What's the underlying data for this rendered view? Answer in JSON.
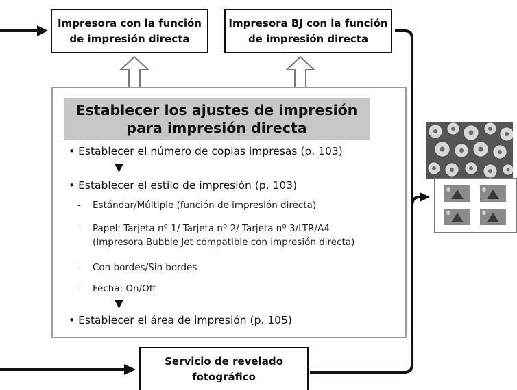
{
  "printers": {
    "direct_print_printer": {
      "line1": "Impresora con la función",
      "line2": "de impresión directa"
    },
    "bj_direct_print_printer": {
      "line1": "Impresora BJ con la función",
      "line2": "de impresión directa"
    }
  },
  "settings": {
    "title_line1": "Establecer los ajustes de impresión",
    "title_line2": "para impresión directa",
    "step1": "• Establecer el número de copias impresas (p. 103)",
    "step2": "• Establecer el estilo de impresión (p. 103)",
    "options": {
      "layout": "Estándar/Múltiple (función de impresión directa)",
      "paper_line1": "Papel: Tarjeta nº 1/ Tarjeta nº 2/ Tarjeta nº 3/LTR/A4",
      "paper_line2": "(Impresora Bubble Jet compatible con impresión directa)",
      "borders": "Con bordes/Sin bordes",
      "date": "Fecha: On/Off"
    },
    "step3": "• Establecer el área de impresión (p. 105)",
    "dash_symbol": "-",
    "down_arrow_symbol": "▼"
  },
  "photo_lab": {
    "line1": "Servicio de revelado",
    "line2": "fotográfico"
  },
  "colors": {
    "frame": "#9a9a9a",
    "title_band": "#c7c7c7",
    "line": "#111111"
  }
}
